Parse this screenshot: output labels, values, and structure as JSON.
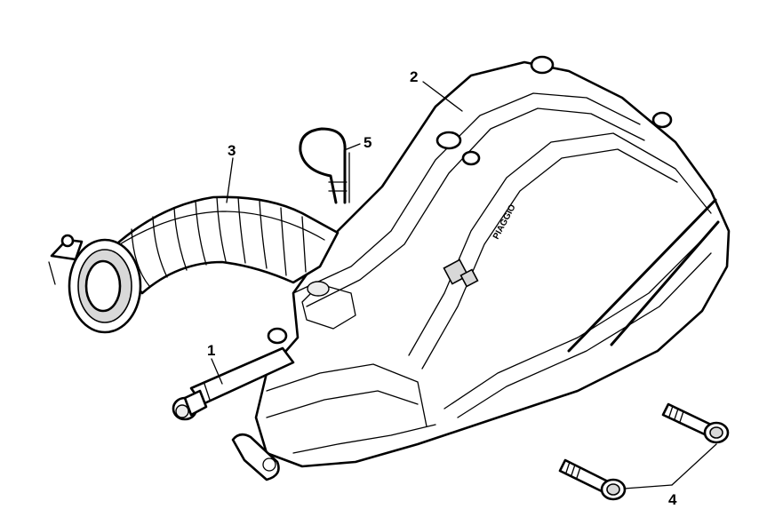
{
  "diagram": {
    "callouts": [
      {
        "id": "1",
        "label": "1"
      },
      {
        "id": "2",
        "label": "2"
      },
      {
        "id": "3",
        "label": "3"
      },
      {
        "id": "4",
        "label": "4"
      },
      {
        "id": "5",
        "label": "5"
      }
    ],
    "housing_print": {
      "brand_mark": "PIAGGIO"
    }
  }
}
